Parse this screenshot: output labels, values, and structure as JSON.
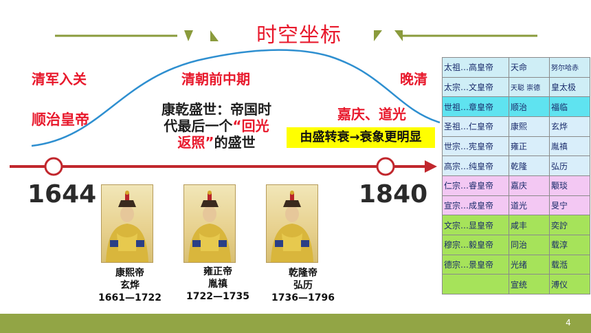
{
  "title": "时空坐标",
  "periods": {
    "start": "清军入关",
    "middle": "清朝前中期",
    "late": "晚清"
  },
  "shunzhi": "顺治皇帝",
  "kangqian": {
    "line1": "康乾盛世：帝国时",
    "line2_pre": "代最后一个",
    "line2_quote": "“回光",
    "line3_quote": "返照”",
    "line3_post": "的盛世"
  },
  "jiadao": "嘉庆、道光",
  "decline": "由盛转衰→衰象更明显",
  "years": {
    "start": "1644",
    "end": "1840"
  },
  "portraits": [
    {
      "title": "康熙帝",
      "name": "玄烨",
      "years": "1661—1722"
    },
    {
      "title": "雍正帝",
      "name": "胤禛",
      "years": "1722—1735"
    },
    {
      "title": "乾隆帝",
      "name": "弘历",
      "years": "1736—1796"
    }
  ],
  "emperor_table": [
    {
      "temple": "太祖…高皇帝",
      "era": "天命",
      "name": "努尔哈赤",
      "color": "#cfeef6",
      "name_small": true
    },
    {
      "temple": "太宗…文皇帝",
      "era": "天聪 崇德",
      "name": "皇太极",
      "color": "#cfeef6",
      "era_small": true
    },
    {
      "temple": "世祖…章皇帝",
      "era": "顺治",
      "name": "福临",
      "color": "#5fe3f0"
    },
    {
      "temple": "圣祖…仁皇帝",
      "era": "康熙",
      "name": "玄烨",
      "color": "#d9eefa"
    },
    {
      "temple": "世宗…宪皇帝",
      "era": "雍正",
      "name": "胤禛",
      "color": "#d9eefa"
    },
    {
      "temple": "高宗…纯皇帝",
      "era": "乾隆",
      "name": "弘历",
      "color": "#d9eefa"
    },
    {
      "temple": "仁宗…睿皇帝",
      "era": "嘉庆",
      "name": "颙琰",
      "color": "#f3c8f3"
    },
    {
      "temple": "宣宗…成皇帝",
      "era": "道光",
      "name": "旻宁",
      "color": "#f3c8f3"
    },
    {
      "temple": "文宗…显皇帝",
      "era": "咸丰",
      "name": "奕詝",
      "color": "#a6e35a"
    },
    {
      "temple": "穆宗…毅皇帝",
      "era": "同治",
      "name": "载淳",
      "color": "#a6e35a"
    },
    {
      "temple": "德宗…景皇帝",
      "era": "光绪",
      "name": "载湉",
      "color": "#a6e35a"
    },
    {
      "temple": "",
      "era": "宣统",
      "name": "溥仪",
      "color": "#a6e35a"
    }
  ],
  "page_number": "4",
  "colors": {
    "accent_red": "#e8192c",
    "timeline_red": "#c1272d",
    "curve_blue": "#2e8fd0",
    "olive": "#8a9b3c",
    "bottom_band": "#92a545",
    "highlight_yellow": "#ffff00"
  }
}
